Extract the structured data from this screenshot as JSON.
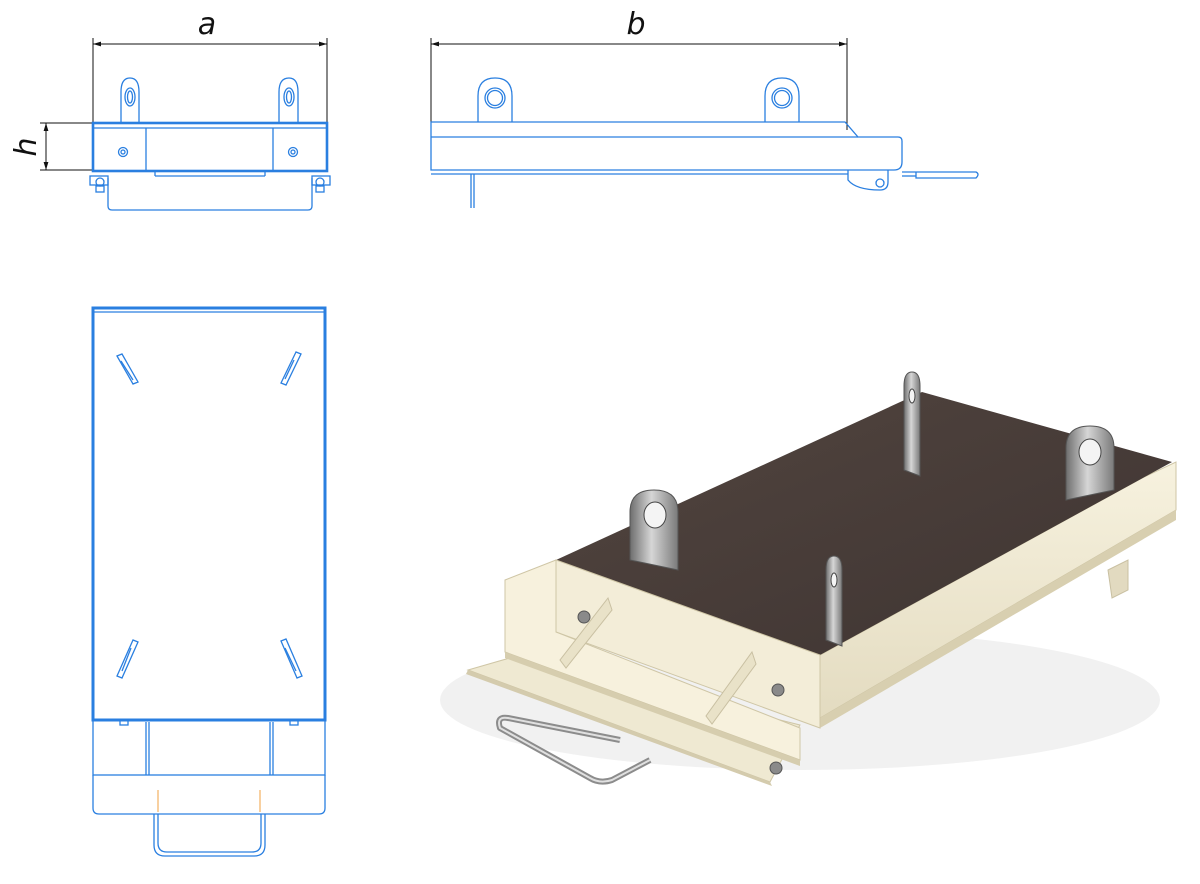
{
  "dimensions": {
    "width_label": "a",
    "length_label": "b",
    "height_label": "h"
  },
  "colors": {
    "drawing_line": "#2a7fe0",
    "dimension_line": "#111111",
    "tray_body": "#f2ecd6",
    "tray_shadow": "#d8d0b4",
    "plate_top": "#4a3d3c",
    "steel": "#9a9a9a"
  },
  "views": [
    "front-view",
    "side-view",
    "top-view",
    "isometric-render"
  ]
}
